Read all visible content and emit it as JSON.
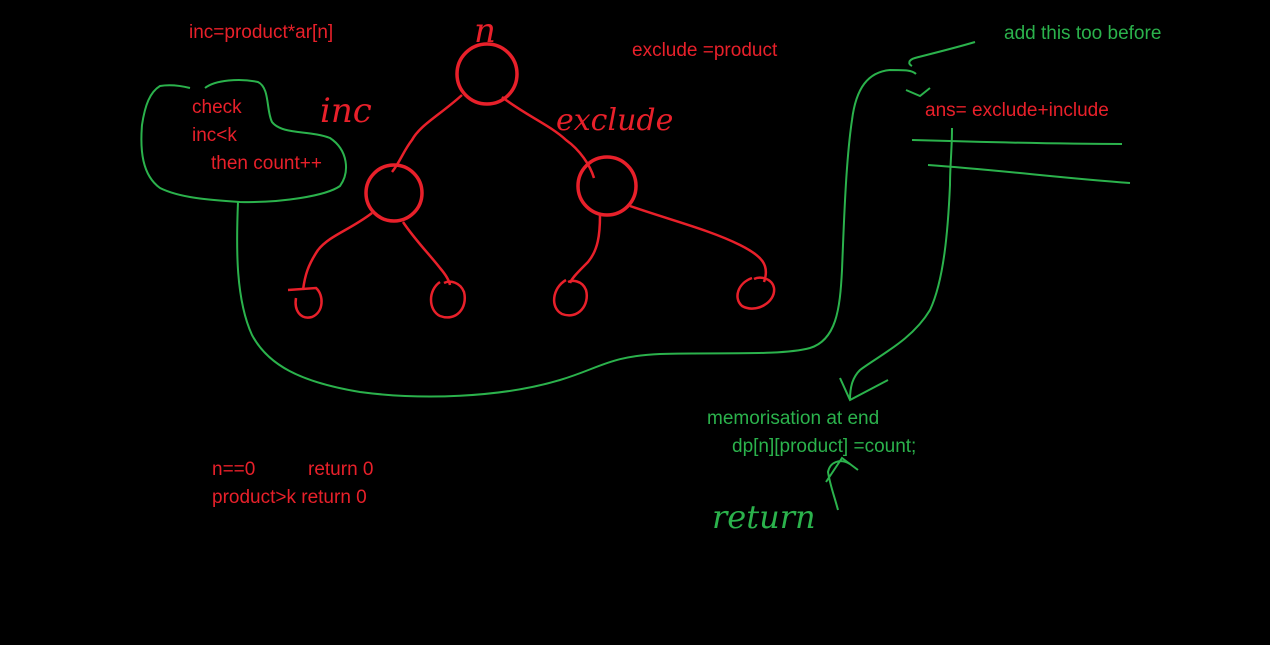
{
  "colors": {
    "background": "#000000",
    "red": "#e8202a",
    "green": "#2bb24c"
  },
  "texts": {
    "inc_formula": "inc=product*ar[n]",
    "exclude_formula": "exclude =product",
    "check_line1": "check",
    "check_line2": "inc<k",
    "check_line3": "then count++",
    "add_note": "add this too before",
    "ans_formula": "ans= exclude+include",
    "base_case_1a": "n==0",
    "base_case_1b": "return 0",
    "base_case_2": "product>k return 0",
    "memo_title": "memorisation at end",
    "memo_code": "dp[n][product] =count;"
  },
  "handwriting": {
    "root_label": "n",
    "inc_label": "inc",
    "exclude_label": "exclude",
    "return_label": "return"
  },
  "tree": {
    "root": "n",
    "branches": [
      "inc",
      "exclude"
    ],
    "depth": 3
  }
}
